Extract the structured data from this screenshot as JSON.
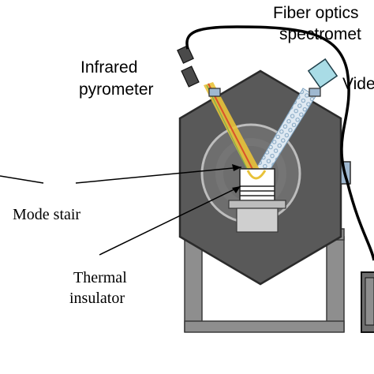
{
  "labels": {
    "fiber_line1": "Fiber optics",
    "fiber_line2": "spectromet",
    "pyrometer_line1": "Infrared",
    "pyrometer_line2": "pyrometer",
    "video": "Vide",
    "mode_stair": "Mode stair",
    "insulator_line1": "Thermal",
    "insulator_line2": "insulator"
  },
  "colors": {
    "chamber_fill": "#595959",
    "chamber_stroke": "#2b2b2b",
    "frame_fill": "#8e8e8e",
    "window_fill": "#b5b5b5",
    "spectrometer_fill": "#a9dce6",
    "pyrometer_beam": "#e8c23a",
    "pyrometer_beam_core": "#d9532b",
    "video_beam": "#b9cfe0",
    "label_text": "#000000"
  },
  "icons": {
    "pyrometer": "pyrometer-icon",
    "spectrometer_head": "spectrometer-head-icon",
    "fiber": "fiber-cable-icon",
    "camera": "video-camera-icon"
  }
}
